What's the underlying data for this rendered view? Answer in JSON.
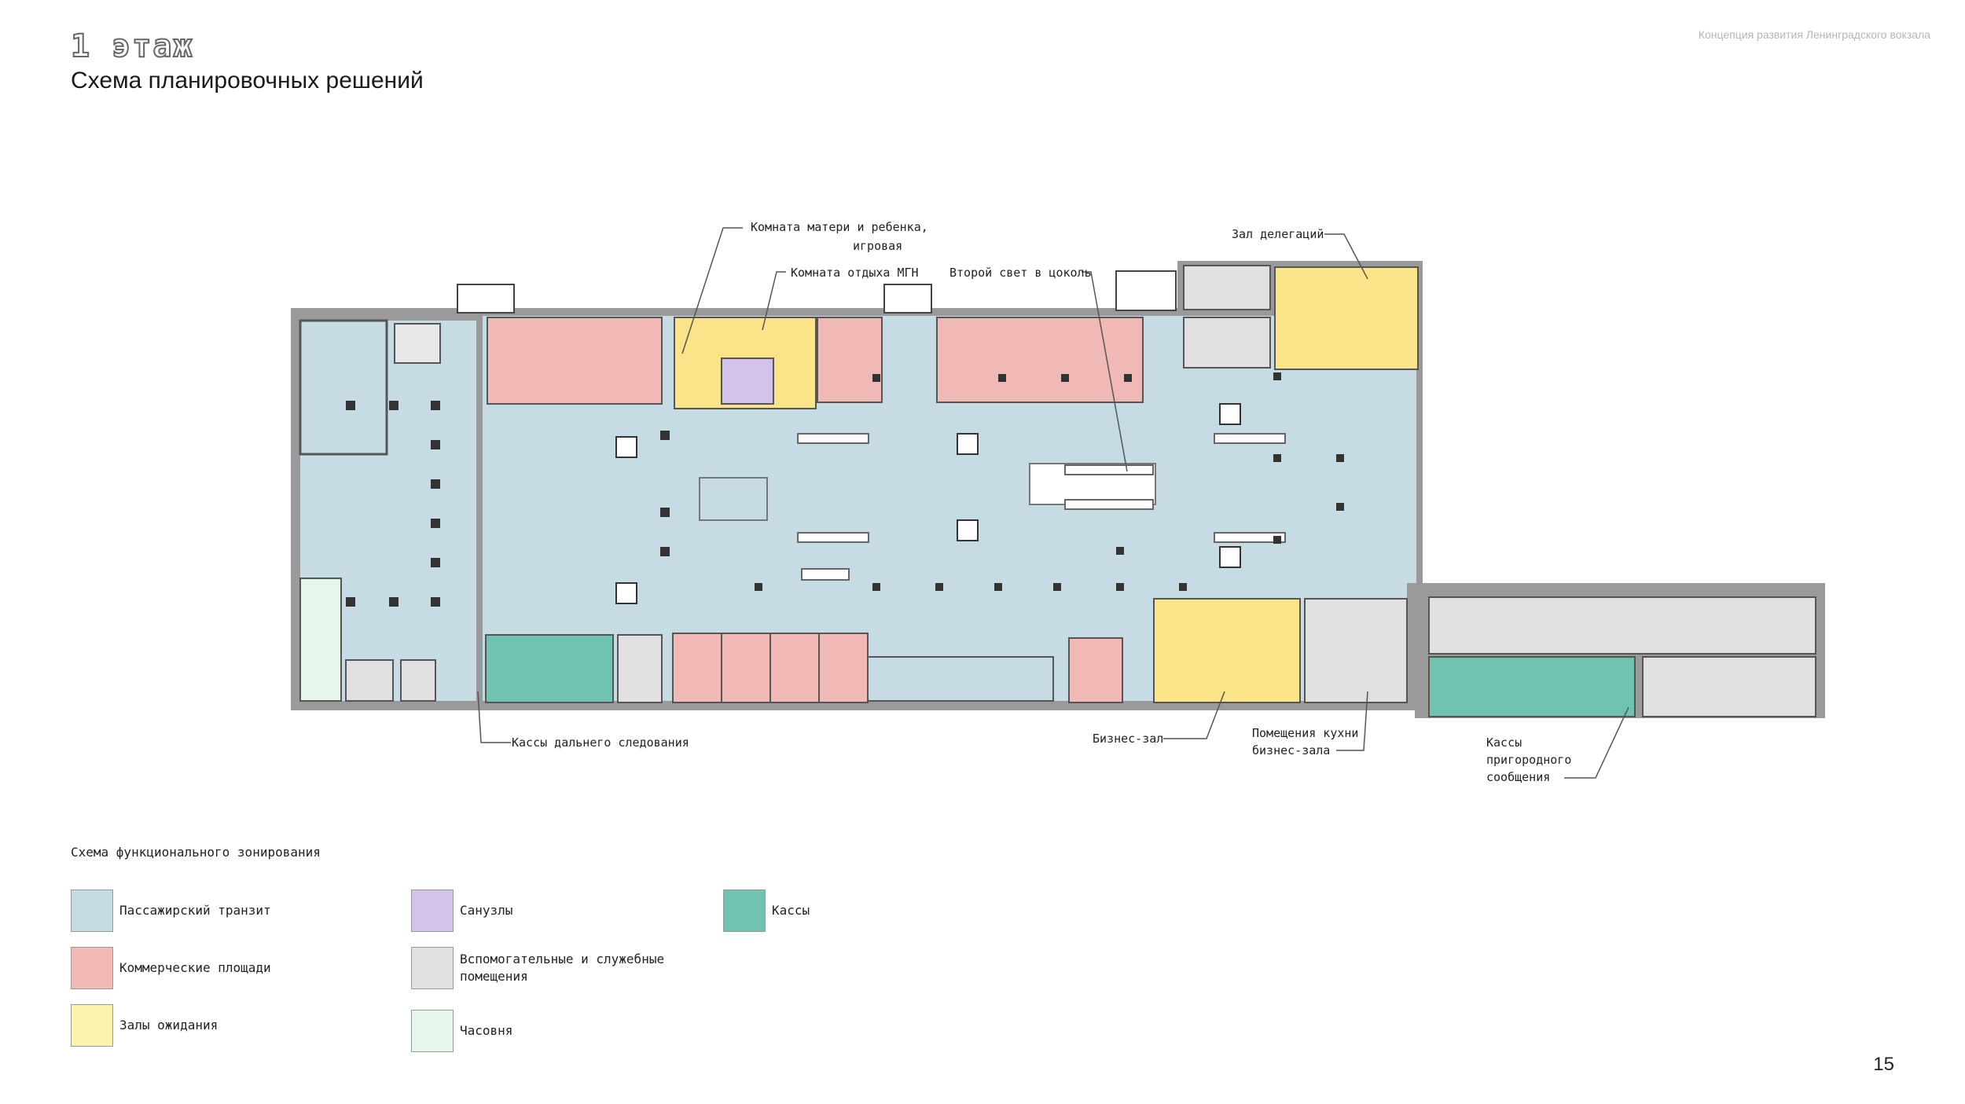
{
  "header": {
    "floor_title": "1 этаж",
    "subtitle": "Схема планировочных решений",
    "project": "Концепция развития Ленинградского вокзала"
  },
  "callouts": {
    "mother_room": "Комната матери и ребенка,",
    "mother_room_2": "игровая",
    "mgn_room": "Комната отдыха МГН",
    "second_light": "Второй свет в цоколь",
    "delegation": "Зал делегаций",
    "long_distance": "Кассы дальнего следования",
    "business": "Бизнес-зал",
    "kitchen_1": "Помещения кухни",
    "kitchen_2": "бизнес-зала",
    "suburban_1": "Кассы",
    "suburban_2": "пригородного",
    "suburban_3": "сообщения"
  },
  "legend": {
    "title": "Схема функционального зонирования",
    "items": [
      {
        "label": "Пассажирский транзит",
        "color": "#c7dbe5"
      },
      {
        "label": "Коммерческие площади",
        "color": "#f1b9b6"
      },
      {
        "label": "Залы ожидания",
        "color": "#fbf3ad"
      },
      {
        "label": "Санузлы",
        "color": "#d3c3ea"
      },
      {
        "label": "Вспомогательные и служебные помещения",
        "color": "#e0e0e0"
      },
      {
        "label": "Часовня",
        "color": "#e4f7ea"
      },
      {
        "label": "Кассы",
        "color": "#6fc3b0"
      }
    ]
  },
  "page_number": "15"
}
